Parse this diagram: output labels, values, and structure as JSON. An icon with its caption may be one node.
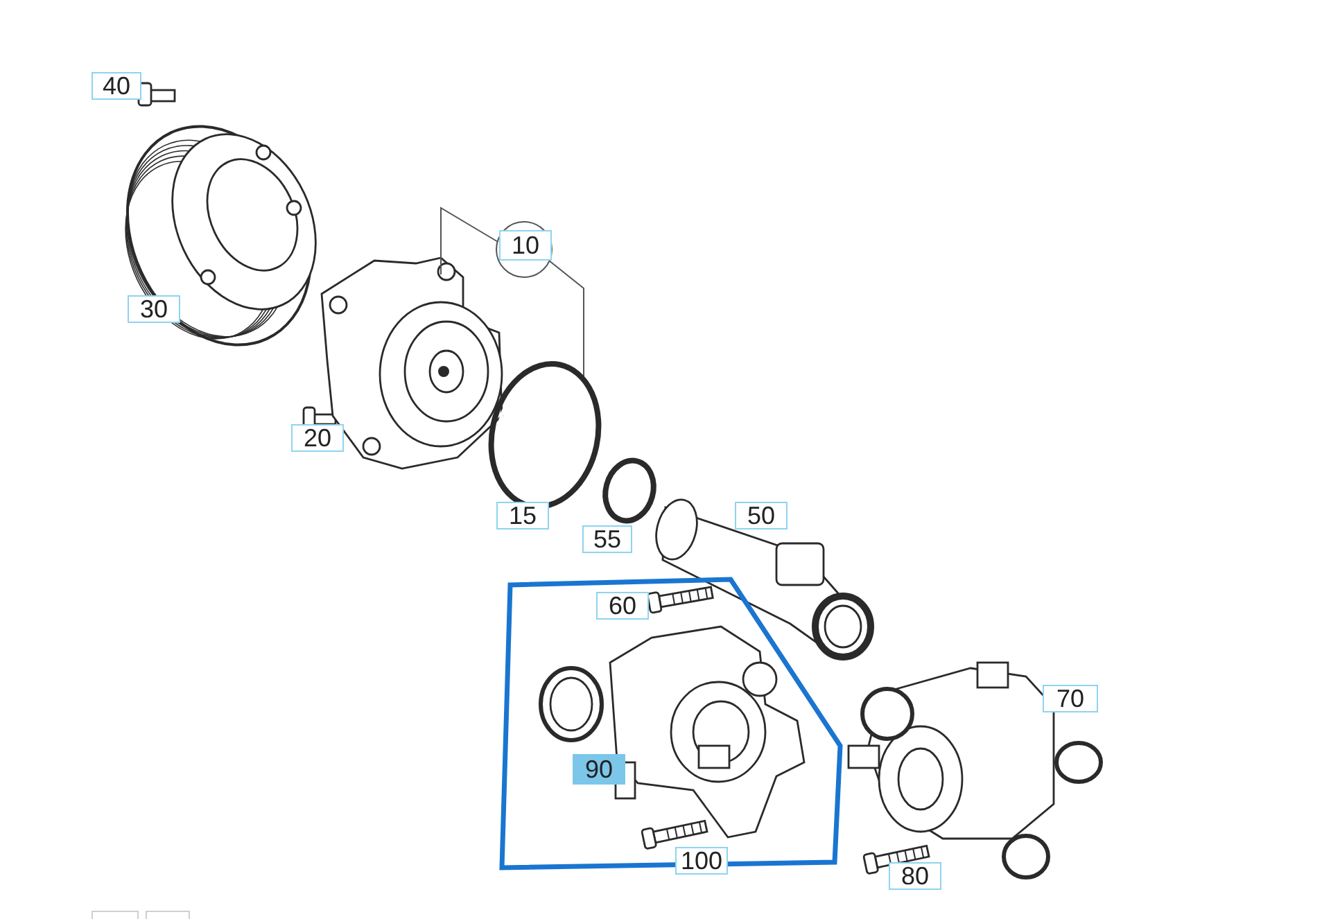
{
  "diagram": {
    "nodes": [
      {
        "text": [
          "40"
        ]
      },
      {
        "text": [
          "30"
        ]
      },
      {
        "text": [
          "10"
        ]
      },
      {
        "text": [
          "20"
        ]
      },
      {
        "text": [
          "15"
        ]
      },
      {
        "text": [
          "55"
        ]
      },
      {
        "text": [
          "50"
        ]
      },
      {
        "text": [],
        "shape": "polygon"
      },
      {
        "text": [
          "60"
        ],
        "in": 7
      },
      {
        "text": [
          "90"
        ],
        "in": 7
      },
      {
        "text": [
          "70"
        ]
      },
      {
        "text": [
          "100"
        ],
        "in": 7
      },
      {
        "text": [
          "80"
        ]
      },
      {
        "text": [],
        "shape": "box"
      },
      {
        "text": [],
        "shape": "box"
      },
      {
        "text": [],
        "shape": "picture"
      },
      {
        "text": [],
        "shape": "picture"
      }
    ],
    "edges": [
      {
        "from": 2,
        "to": 15,
        "arrow": "none"
      },
      {
        "from": 2,
        "to": 16,
        "arrow": "none"
      }
    ]
  }
}
